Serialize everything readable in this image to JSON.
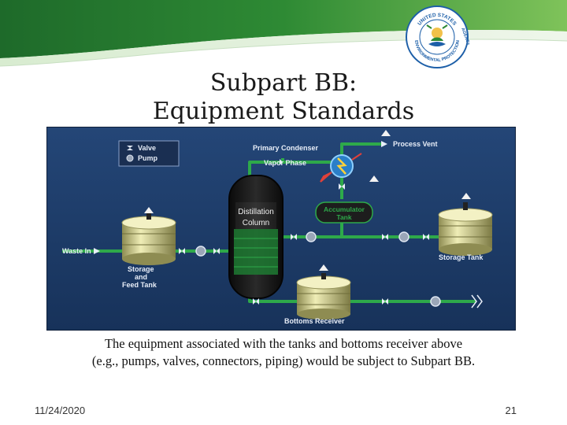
{
  "slide": {
    "title_line1": "Subpart BB:",
    "title_line2": "Equipment Standards",
    "caption_line1": "The equipment associated with the tanks and bottoms receiver above",
    "caption_line2": "(e.g., pumps, valves, connectors, piping) would be subject to Subpart BB.",
    "date": "11/24/2020",
    "page_number": "21"
  },
  "seal": {
    "text_top": "UNITED STATES",
    "text_side": "AGENCY",
    "text_bottom": "ENVIRONMENTAL PROTECTION"
  },
  "diagram": {
    "legend": {
      "valve": "Valve",
      "pump": "Pump"
    },
    "labels": {
      "primary_condenser": "Primary Condenser",
      "process_vent": "Process Vent",
      "vapor_phase": "Vapor Phase",
      "distillation_line1": "Distillation",
      "distillation_line2": "Column",
      "accumulator_line1": "Accumulator",
      "accumulator_line2": "Tank",
      "waste_in": "Waste In",
      "storage_feed_line1": "Storage",
      "storage_feed_line2": "and",
      "storage_feed_line3": "Feed Tank",
      "storage_tank": "Storage Tank",
      "bottoms_receiver": "Bottoms Receiver"
    },
    "colors": {
      "background": "#1f3b66",
      "pipe": "#2ea94a",
      "column": "#161616",
      "column_lower": "#1e7a33",
      "tank": "#d8d69a"
    }
  }
}
